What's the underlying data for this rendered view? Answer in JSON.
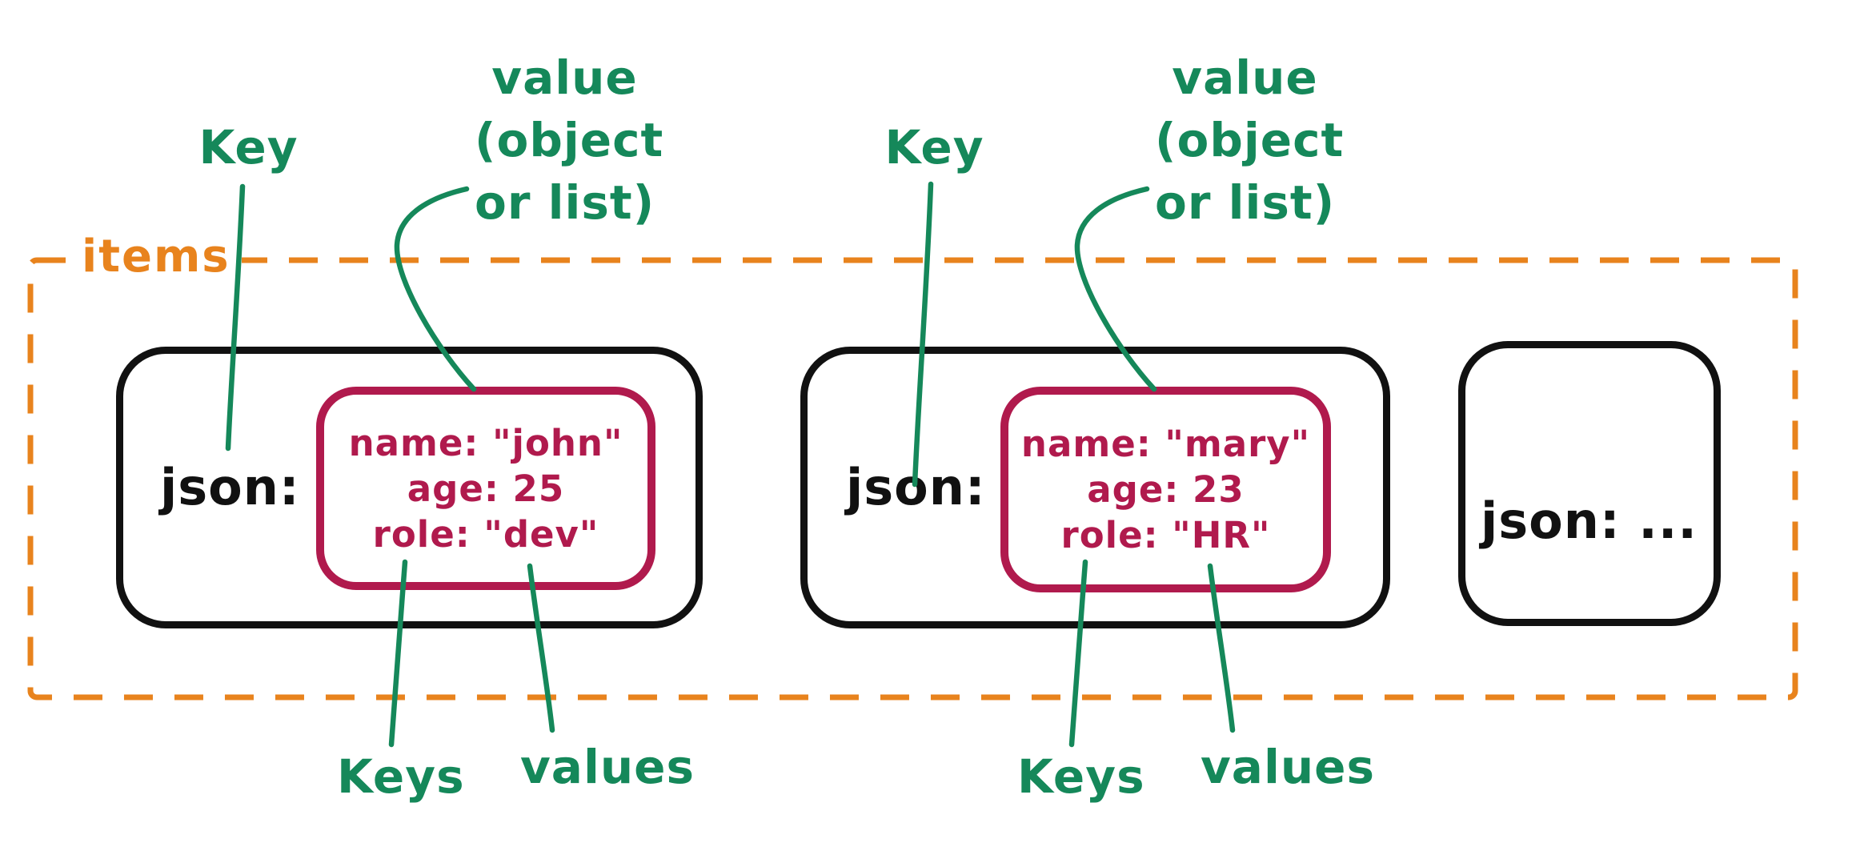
{
  "colors": {
    "orange": "#E8831D",
    "green": "#15885A",
    "crimson": "#B01A4D",
    "black": "#111111"
  },
  "container": {
    "label": "items"
  },
  "records": [
    {
      "key": "json:",
      "fields": [
        "name: \"john\"",
        "age: 25",
        "role: \"dev\""
      ]
    },
    {
      "key": "json:",
      "fields": [
        "name: \"mary\"",
        "age: 23",
        "role: \"HR\""
      ]
    },
    {
      "key": "json: ...",
      "fields": []
    }
  ],
  "annotations": {
    "key1": "Key",
    "key2": "Key",
    "value1_line1": "value",
    "value1_line2": "(object",
    "value1_line3": "or list)",
    "value2_line1": "value",
    "value2_line2": "(object",
    "value2_line3": "or list)",
    "keys1": "Keys",
    "values1": "values",
    "keys2": "Keys",
    "values2": "values"
  }
}
